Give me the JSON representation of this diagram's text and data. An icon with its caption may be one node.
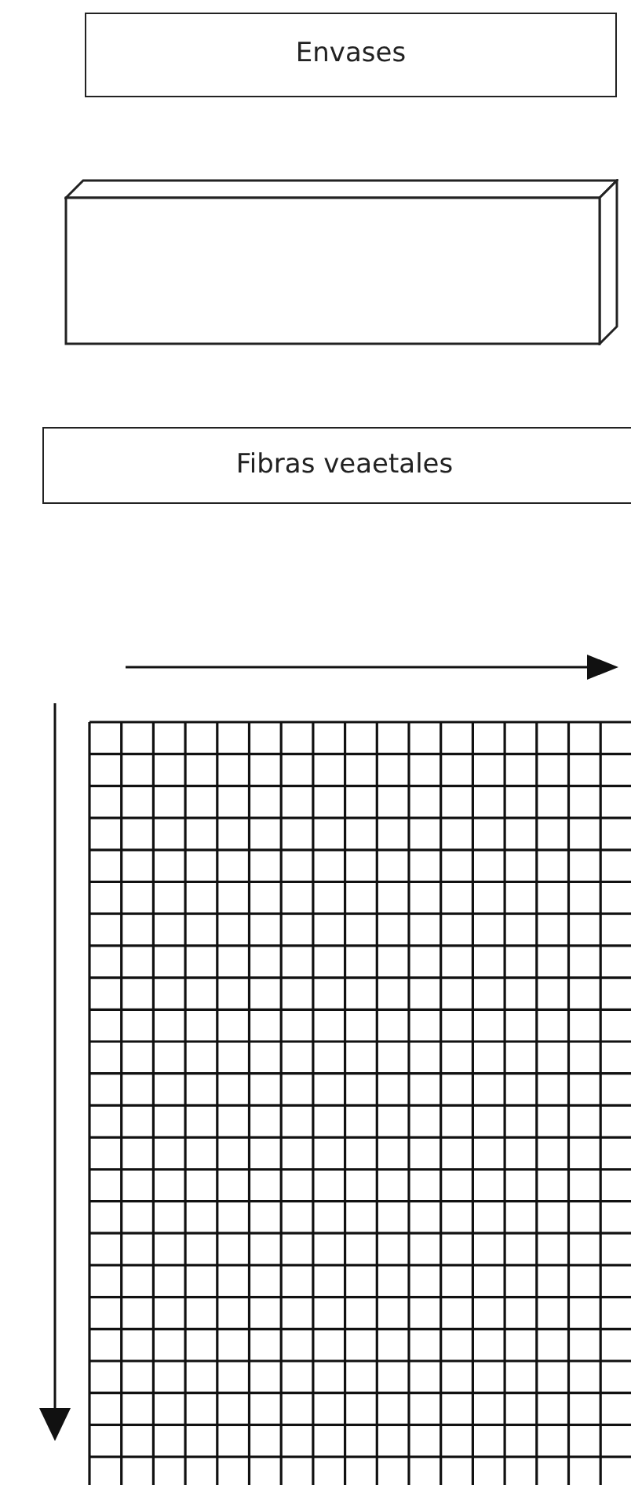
{
  "diagram": {
    "nodes": [
      {
        "text": [
          "Envases"
        ]
      },
      {
        "text": [],
        "shape": "box"
      },
      {
        "text": [
          "Fibras veaetales"
        ]
      }
    ]
  }
}
